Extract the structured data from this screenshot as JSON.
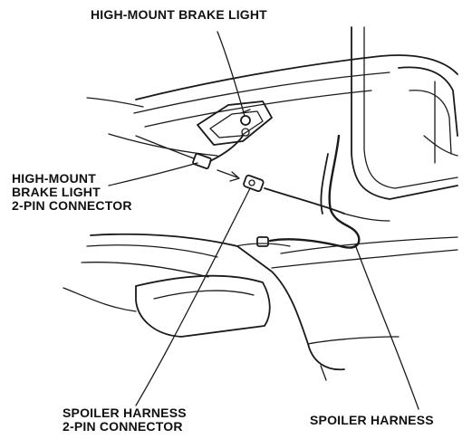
{
  "labels": {
    "high_mount_brake_light": "HIGH-MOUNT BRAKE LIGHT",
    "high_mount_connector": [
      "HIGH-MOUNT",
      "BRAKE LIGHT",
      "2-PIN CONNECTOR"
    ],
    "spoiler_harness_connector": [
      "SPOILER HARNESS",
      "2-PIN CONNECTOR"
    ],
    "spoiler_harness": "SPOILER HARNESS"
  },
  "colors": {
    "line": "#1a1a1a",
    "text": "#111111",
    "background": "#ffffff"
  }
}
